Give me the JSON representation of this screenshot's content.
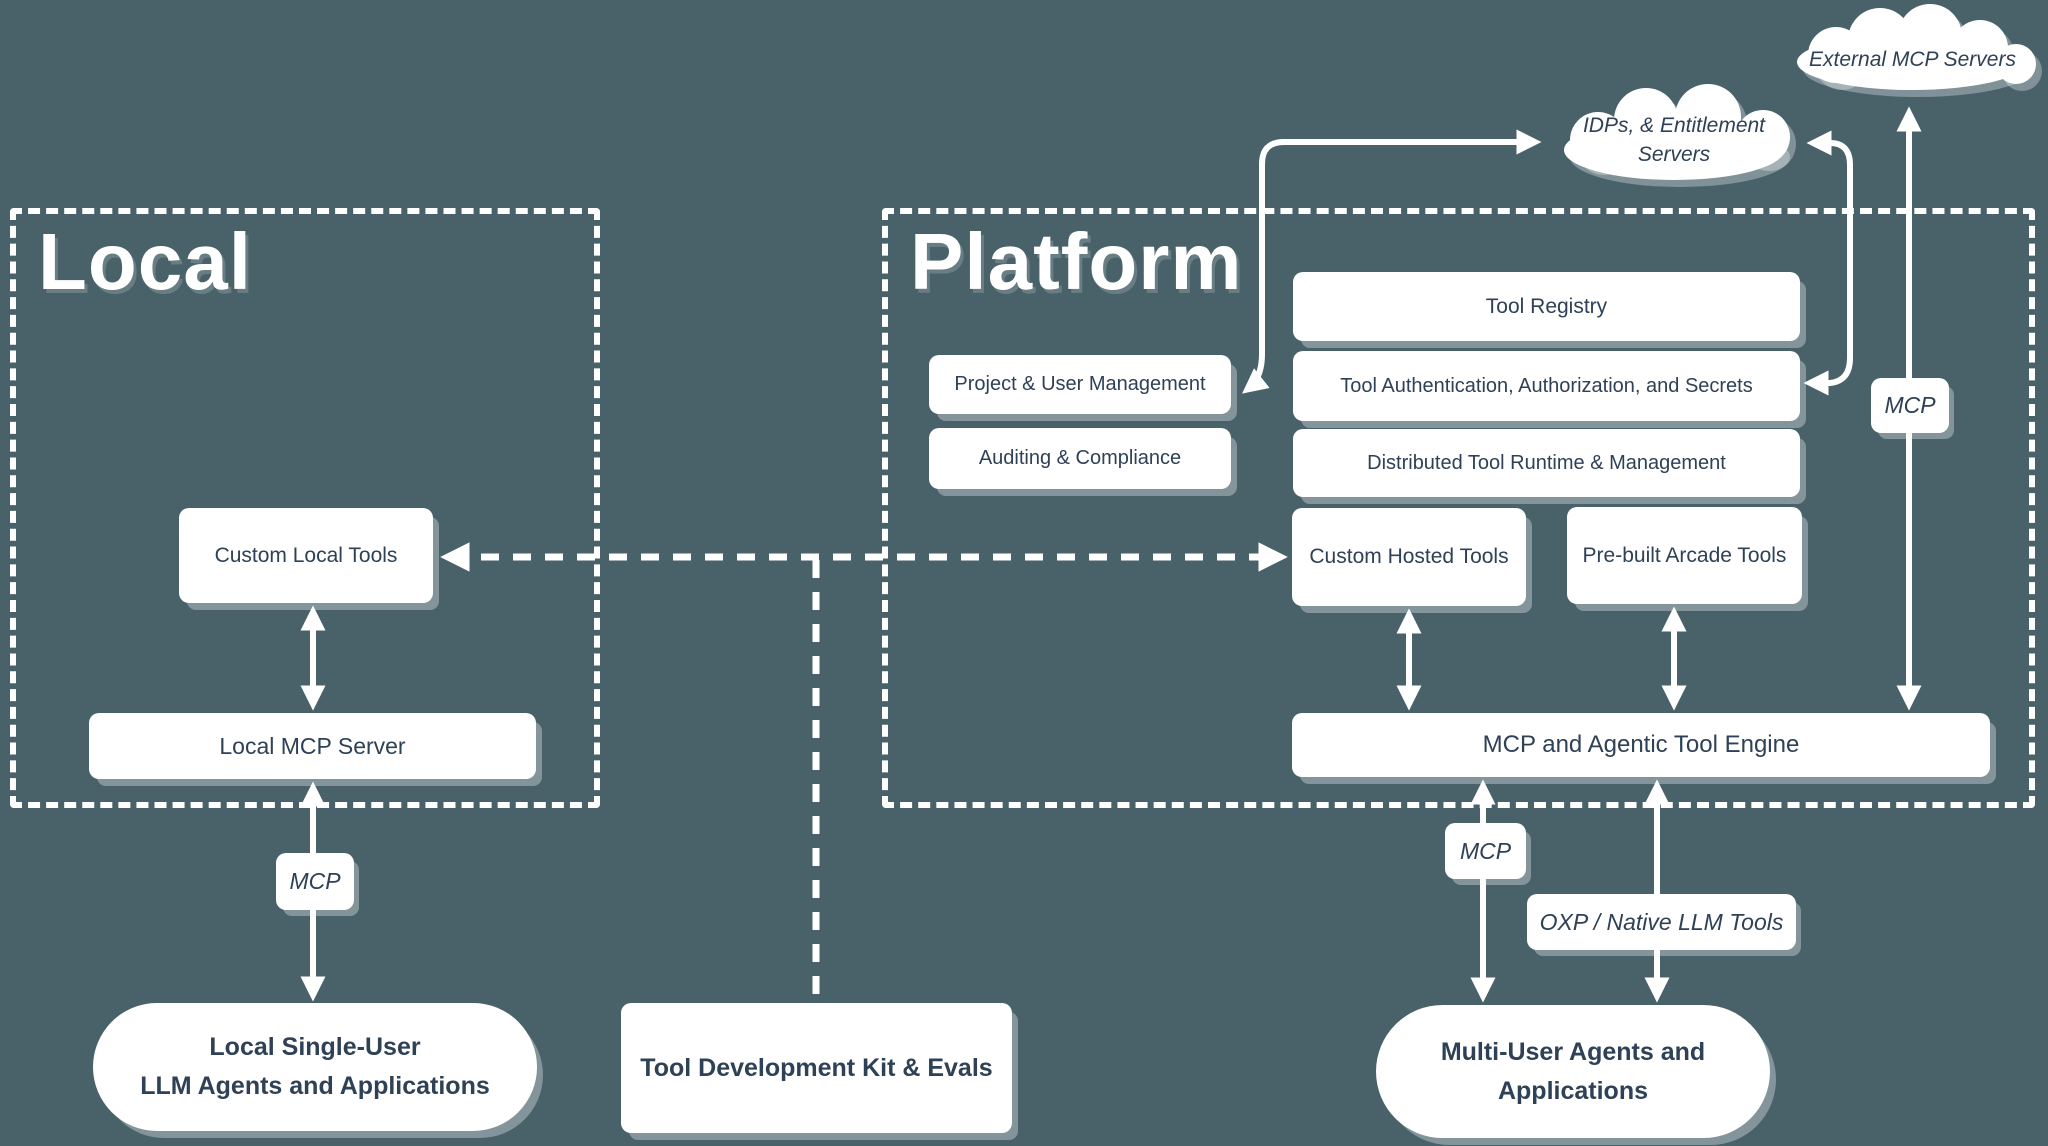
{
  "page": {
    "background_color": "#496269",
    "text_color": "#2e4156",
    "accent_white": "#ffffff"
  },
  "clouds": {
    "external": {
      "label": "External MCP Servers"
    },
    "idp": {
      "line1": "IDPs, & Entitlement",
      "line2": "Servers"
    }
  },
  "local": {
    "title": "Local",
    "custom_local_tools": "Custom Local Tools",
    "local_mcp_server": "Local MCP Server"
  },
  "platform": {
    "title": "Platform",
    "tool_registry": "Tool Registry",
    "project_user_management": "Project & User Management",
    "tool_auth": "Tool Authentication, Authorization, and Secrets",
    "auditing_compliance": "Auditing & Compliance",
    "distributed_runtime": "Distributed Tool Runtime & Management",
    "custom_hosted_tools": "Custom Hosted Tools",
    "prebuilt_arcade_tools": "Pre-built Arcade Tools",
    "engine": "MCP and Agentic Tool Engine"
  },
  "edge_labels": {
    "mcp_local": "MCP",
    "mcp_external": "MCP",
    "mcp_engine": "MCP",
    "oxp": "OXP / Native LLM Tools"
  },
  "bottom": {
    "local_agents": {
      "line1": "Local Single-User",
      "line2": "LLM Agents and Applications"
    },
    "tdk": "Tool Development Kit & Evals",
    "multi_user": {
      "line1": "Multi-User Agents and",
      "line2": "Applications"
    }
  }
}
